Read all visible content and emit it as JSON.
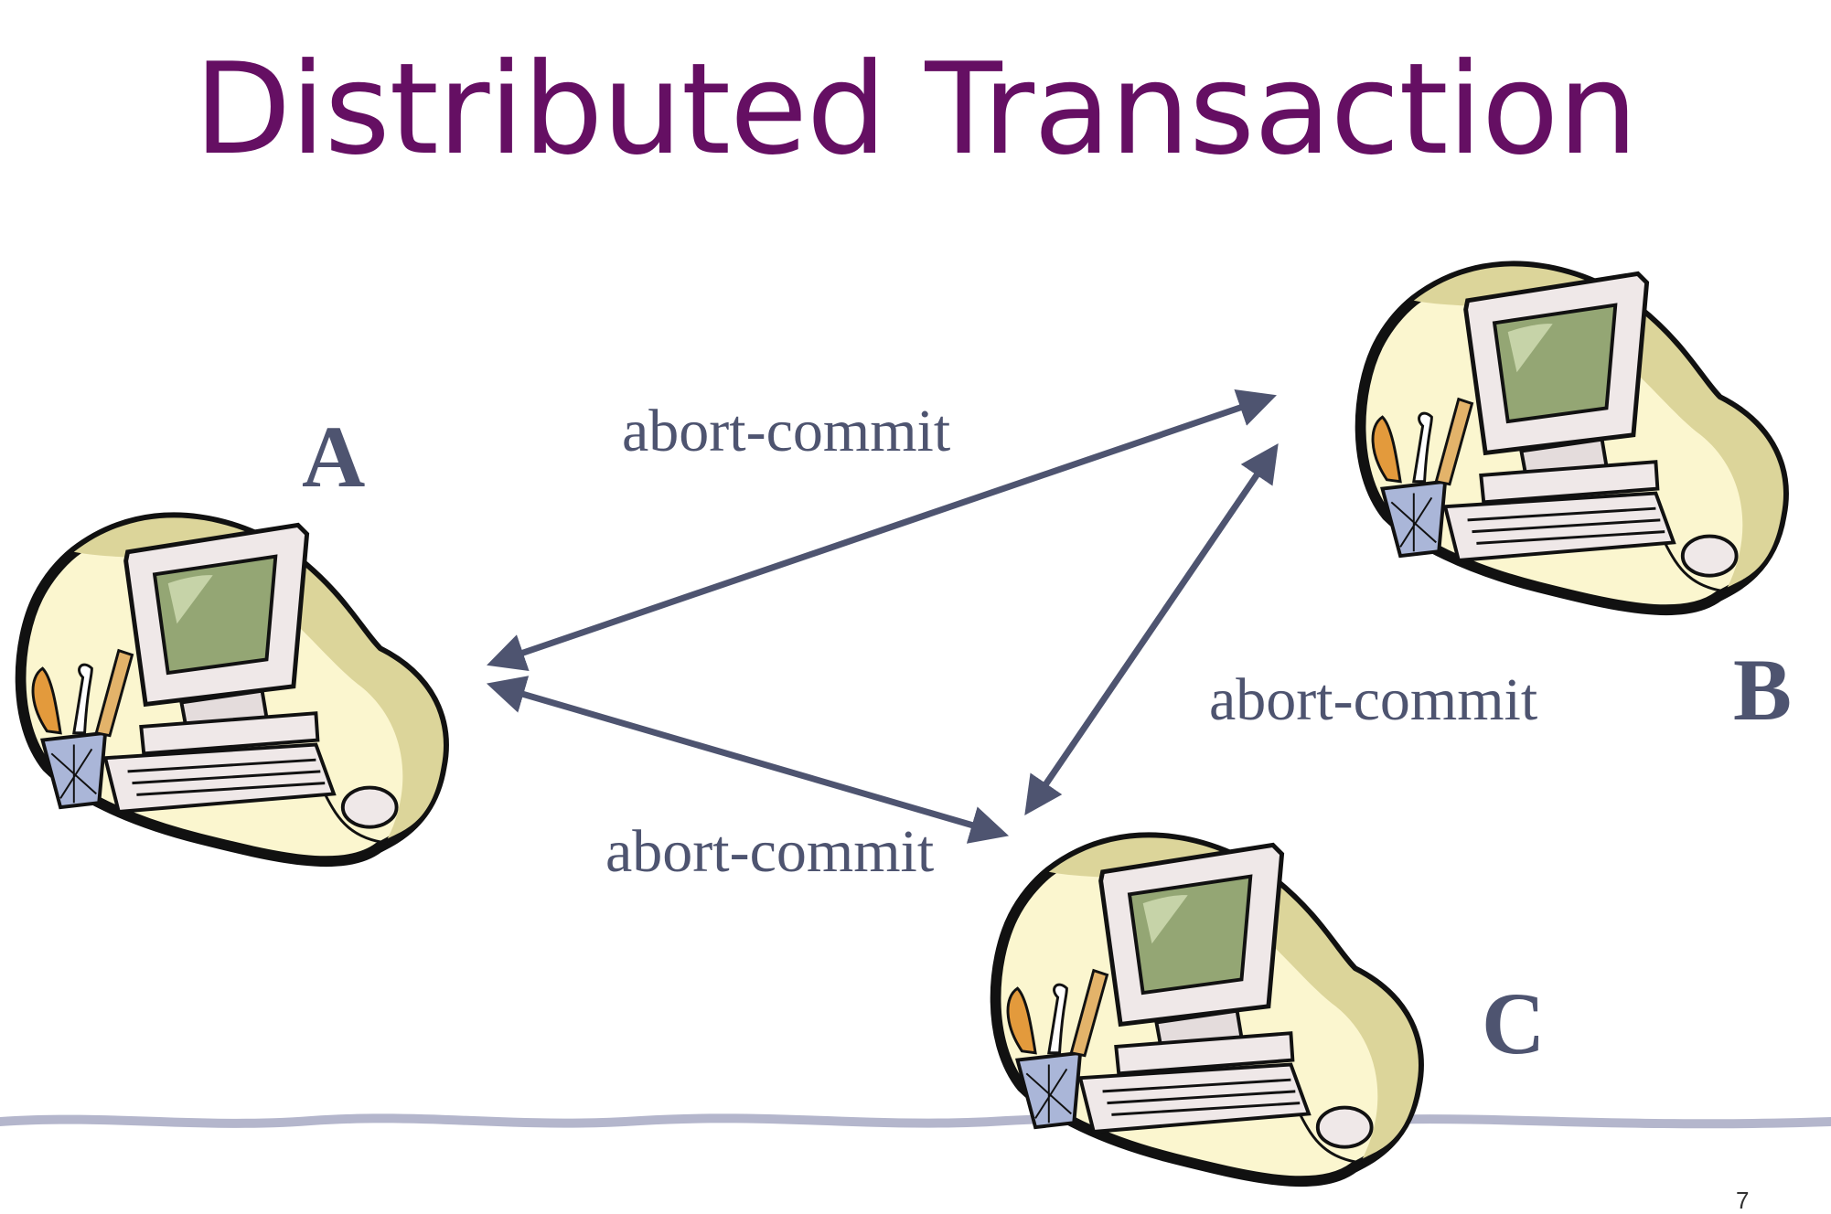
{
  "slide": {
    "title": "Distributed Transaction",
    "page_number": "7"
  },
  "nodes": [
    {
      "id": "A",
      "label": "A"
    },
    {
      "id": "B",
      "label": "B"
    },
    {
      "id": "C",
      "label": "C"
    }
  ],
  "edges": [
    {
      "from": "A",
      "to": "B",
      "label": "abort-commit"
    },
    {
      "from": "B",
      "to": "C",
      "label": "abort-commit"
    },
    {
      "from": "A",
      "to": "C",
      "label": "abort-commit"
    }
  ],
  "icons": {
    "node": "computer-icon",
    "footer": "wavy-line-decoration"
  },
  "colors": {
    "title": "#650f63",
    "labels": "#4e5470",
    "arrows": "#4e5470",
    "blob": "#fbf6cf",
    "blob_shade": "#dcd59a",
    "screen": "#94a674",
    "monitor": "#efe8e8",
    "footer_line": "#b4b6cc"
  }
}
